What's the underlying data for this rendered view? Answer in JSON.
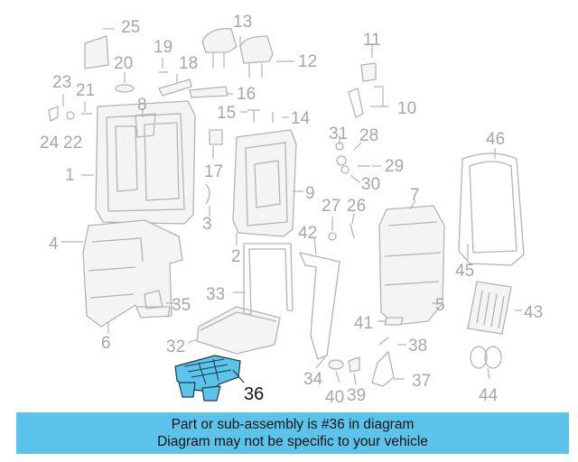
{
  "highlighted_part": "36",
  "callouts": [
    "1",
    "2",
    "3",
    "4",
    "5",
    "6",
    "7",
    "8",
    "9",
    "10",
    "11",
    "12",
    "13",
    "14",
    "15",
    "16",
    "17",
    "18",
    "19",
    "20",
    "21",
    "22",
    "23",
    "24",
    "25",
    "26",
    "27",
    "28",
    "29",
    "30",
    "31",
    "32",
    "33",
    "34",
    "35",
    "36",
    "37",
    "38",
    "39",
    "40",
    "41",
    "42",
    "43",
    "44",
    "45",
    "46"
  ],
  "colors": {
    "highlight": "#5cc3ea",
    "outline": "#b3b3b3",
    "label": "#a7a7a7"
  },
  "notice": {
    "line1": "Part or sub-assembly is #36 in diagram",
    "line2": "Diagram may not be specific to your vehicle"
  }
}
